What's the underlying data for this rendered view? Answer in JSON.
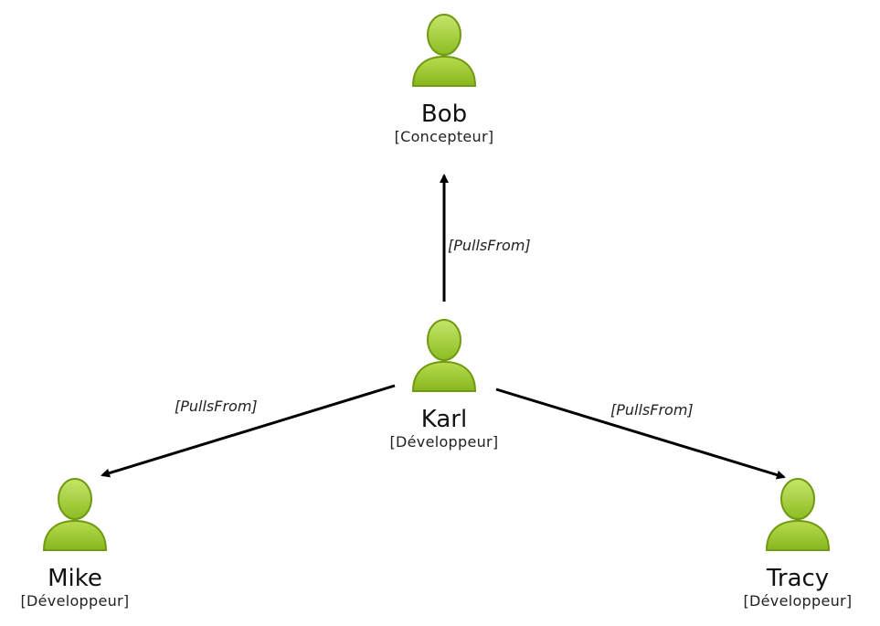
{
  "diagram": {
    "people": [
      {
        "id": "bob",
        "name": "Bob",
        "role": "[Concepteur]"
      },
      {
        "id": "karl",
        "name": "Karl",
        "role": "[Développeur]"
      },
      {
        "id": "mike",
        "name": "Mike",
        "role": "[Développeur]"
      },
      {
        "id": "tracy",
        "name": "Tracy",
        "role": "[Développeur]"
      }
    ],
    "relations": [
      {
        "from": "karl",
        "to": "bob",
        "label": "[PullsFrom]"
      },
      {
        "from": "karl",
        "to": "mike",
        "label": "[PullsFrom]"
      },
      {
        "from": "karl",
        "to": "tracy",
        "label": "[PullsFrom]"
      }
    ],
    "colors": {
      "avatar_fill": "#9ccc2e",
      "avatar_light": "#c6e56a",
      "avatar_outline": "#6f9a12",
      "arrow": "#000000"
    },
    "icon": "user-icon"
  }
}
